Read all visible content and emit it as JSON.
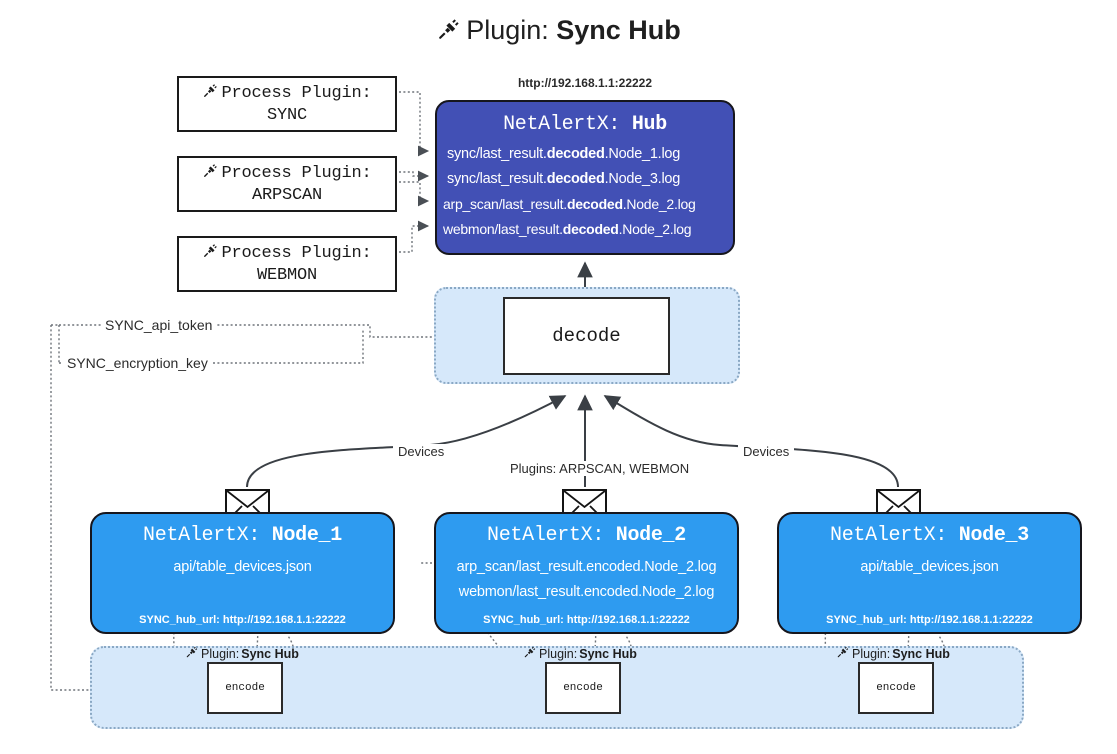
{
  "title": {
    "icon": "plug-icon",
    "prefix": "Plugin: ",
    "name": "Sync Hub"
  },
  "process_plugins": [
    {
      "icon": "plug-icon",
      "line1": "Process Plugin:",
      "line2": "SYNC"
    },
    {
      "icon": "plug-icon",
      "line1": "Process Plugin:",
      "line2": "ARPSCAN"
    },
    {
      "icon": "plug-icon",
      "line1": "Process Plugin:",
      "line2": "WEBMON"
    }
  ],
  "hub": {
    "url": "http://192.168.1.1:22222",
    "title_prefix": "NetAlertX: ",
    "title_name": "Hub",
    "logs": [
      {
        "pre": "sync/last_result.",
        "em": "decoded",
        "post": ".Node_1.log"
      },
      {
        "pre": "sync/last_result.",
        "em": "decoded",
        "post": ".Node_3.log"
      },
      {
        "pre": "arp_scan/last_result.",
        "em": "decoded",
        "post": ".Node_2.log"
      },
      {
        "pre": "webmon/last_result.",
        "em": "decoded",
        "post": ".Node_2.log"
      }
    ]
  },
  "decode": {
    "label": "decode"
  },
  "tokens": {
    "api_token": "SYNC_api_token",
    "encryption_key": "SYNC_encryption_key"
  },
  "edge_labels": {
    "devices_left": "Devices",
    "devices_right": "Devices",
    "plugins": "Plugins: ARPSCAN, WEBMON"
  },
  "nodes": [
    {
      "title_prefix": "NetAlertX: ",
      "title_name": "Node_1",
      "lines": [
        "api/table_devices.json"
      ],
      "hub_url": "SYNC_hub_url: http://192.168.1.1:22222",
      "envelope_icon": "envelope-icon"
    },
    {
      "title_prefix": "NetAlertX: ",
      "title_name": "Node_2",
      "lines": [
        "arp_scan/last_result.encoded.Node_2.log",
        "webmon/last_result.encoded.Node_2.log"
      ],
      "hub_url": "SYNC_hub_url: http://192.168.1.1:22222",
      "envelope_icon": "envelope-icon"
    },
    {
      "title_prefix": "NetAlertX: ",
      "title_name": "Node_3",
      "lines": [
        "api/table_devices.json"
      ],
      "hub_url": "SYNC_hub_url: http://192.168.1.1:22222",
      "envelope_icon": "envelope-icon"
    }
  ],
  "encoders": [
    {
      "plugin_prefix": "Plugin: ",
      "plugin_name": "Sync Hub",
      "label": "encode",
      "icon": "plug-icon"
    },
    {
      "plugin_prefix": "Plugin: ",
      "plugin_name": "Sync Hub",
      "label": "encode",
      "icon": "plug-icon"
    },
    {
      "plugin_prefix": "Plugin: ",
      "plugin_name": "Sync Hub",
      "label": "encode",
      "icon": "plug-icon"
    }
  ],
  "colors": {
    "hub": "#4250b5",
    "node": "#2e9bf0",
    "container": "#d6e8fa",
    "container_border": "#8aa8c4",
    "stroke": "#3a3f45",
    "text": "#1d1d1d"
  }
}
